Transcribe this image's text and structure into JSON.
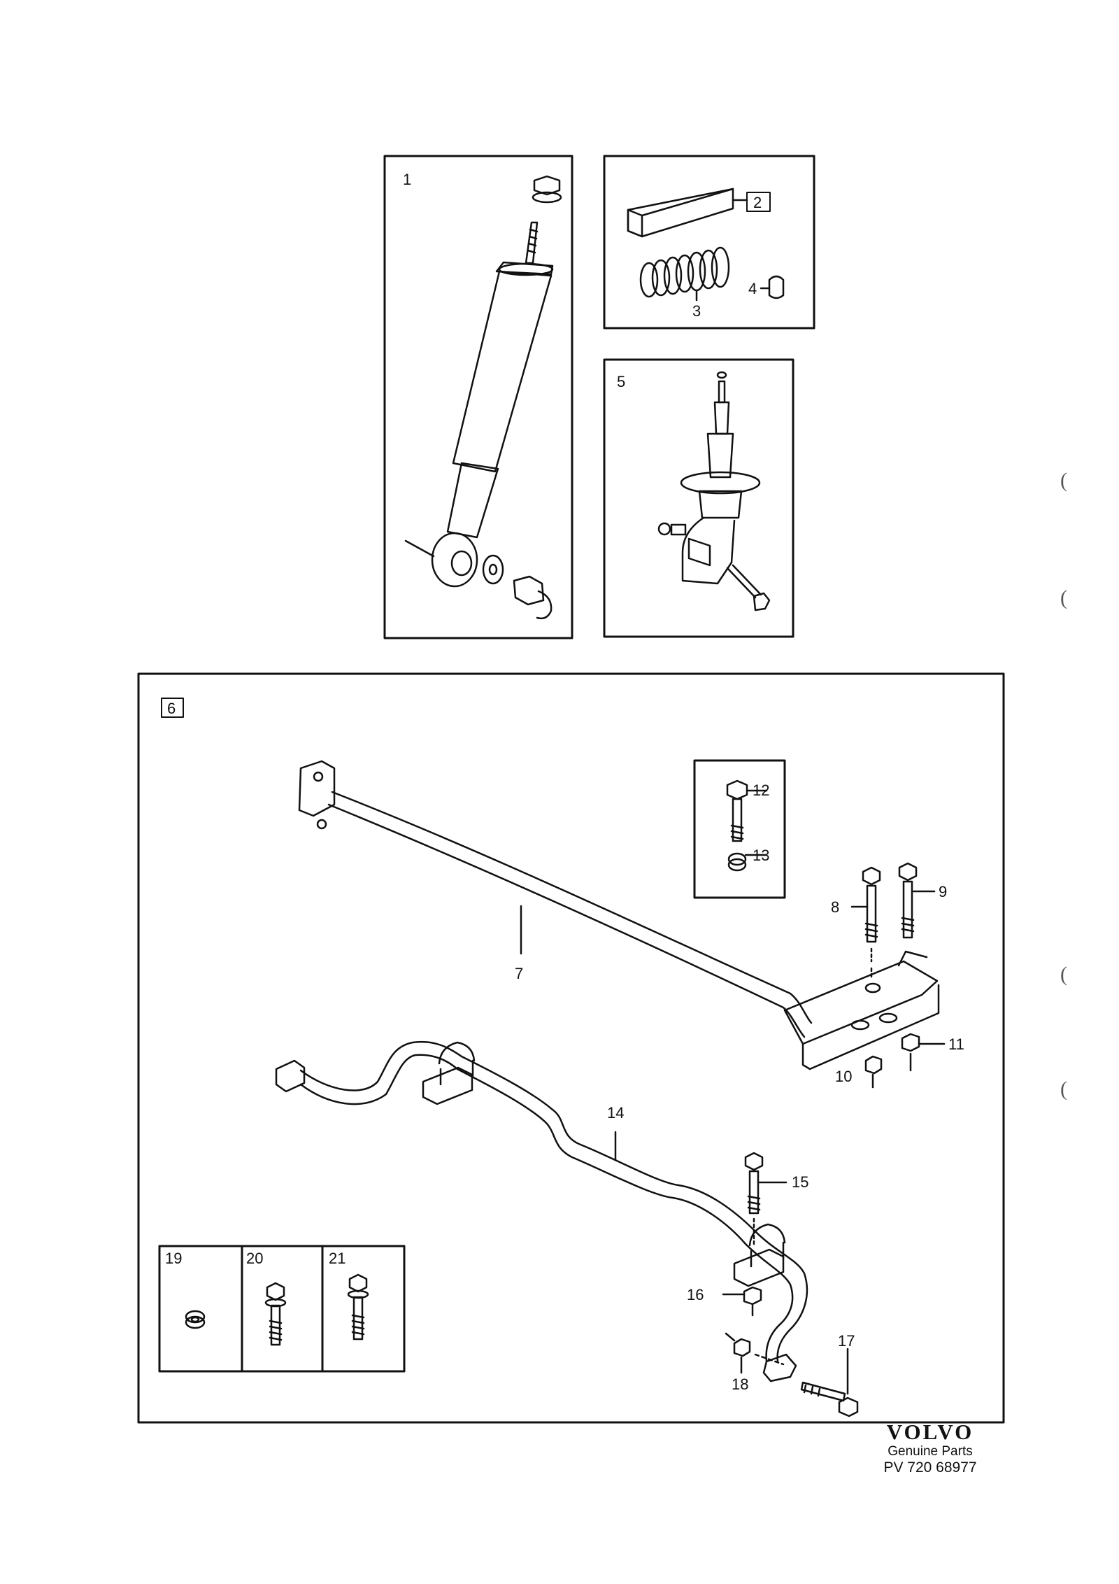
{
  "diagram": {
    "callouts": {
      "c1": "1",
      "c2": "2",
      "c3": "3",
      "c4": "4",
      "c5": "5",
      "c6": "6",
      "c7": "7",
      "c8": "8",
      "c9": "9",
      "c10": "10",
      "c11": "11",
      "c12": "12",
      "c13": "13",
      "c14": "14",
      "c15": "15",
      "c16": "16",
      "c17": "17",
      "c18": "18",
      "c19": "19",
      "c20": "20",
      "c21": "21"
    },
    "margin_marks": [
      "(",
      "(",
      "(",
      "("
    ]
  },
  "brand": {
    "logo": "VOLVO",
    "subtitle": "Genuine Parts",
    "code": "PV 720 68977"
  }
}
